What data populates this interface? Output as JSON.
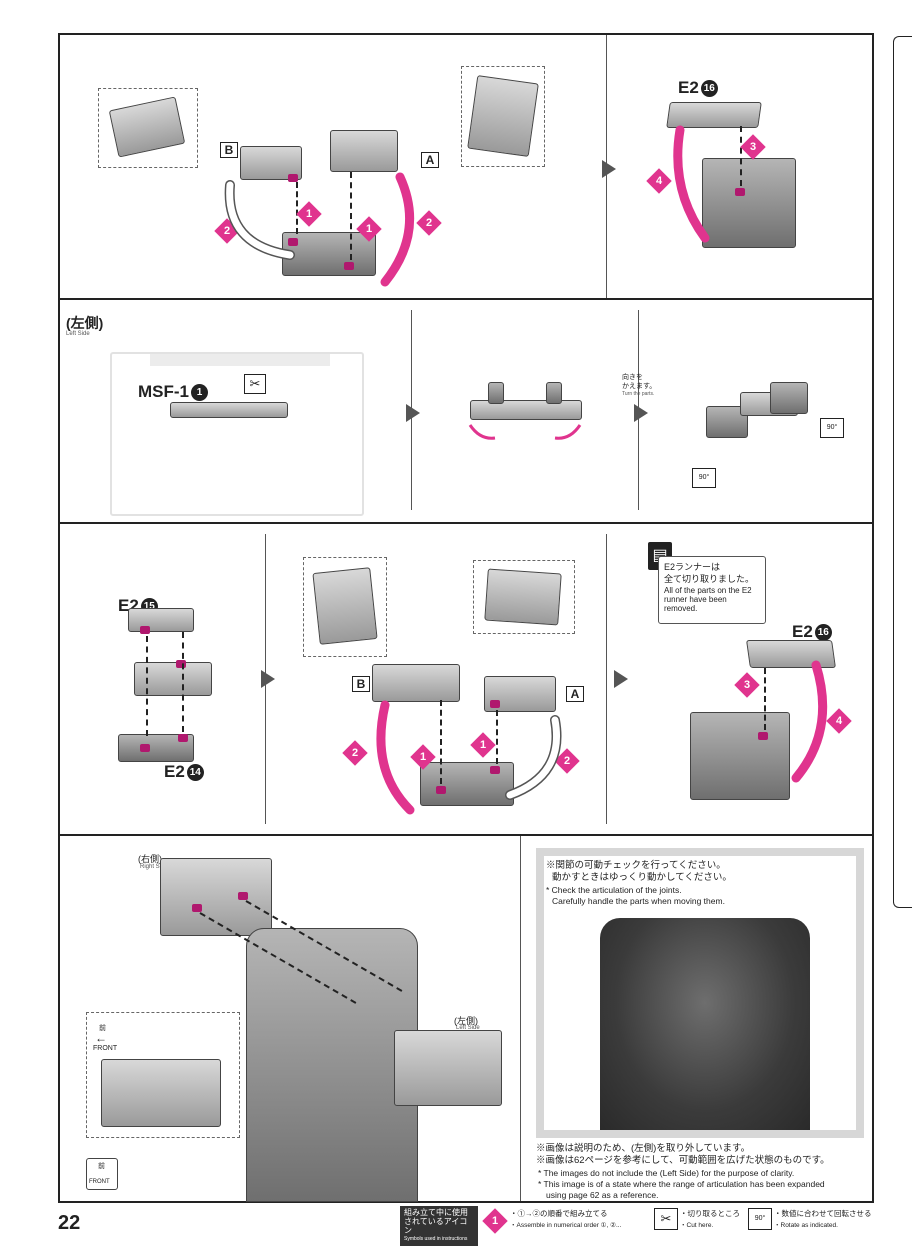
{
  "page": {
    "number": "22"
  },
  "colors": {
    "accent": "#e0348e",
    "peg": "#b0186e",
    "line": "#222222"
  },
  "row1": {
    "label_b": "B",
    "label_a": "A",
    "step1_left": "1",
    "step1_right": "1",
    "step2_left": "2",
    "step2_right": "2",
    "part_code": "E2",
    "part_num": "16",
    "step3": "3",
    "step4": "4"
  },
  "row2": {
    "title": "(左側)",
    "subtitle": "Left Side",
    "msf_code": "MSF-1",
    "msf_num": "1",
    "turn_jp_1": "向きを",
    "turn_jp_2": "かえます。",
    "turn_en": "Turn the parts.",
    "rot1": "90°",
    "rot2": "90°"
  },
  "row3": {
    "part_top_code": "E2",
    "part_top_num": "15",
    "part_bottom_code": "E2",
    "part_bottom_num": "14",
    "label_b": "B",
    "label_a": "A",
    "step1_left": "1",
    "step1_right": "1",
    "step2_left": "2",
    "step2_right": "2",
    "runner_jp_1": "E2ランナーは",
    "runner_jp_2": "全て切り取りました。",
    "runner_en": "All of the parts on the E2 runner have been removed.",
    "part_code": "E2",
    "part_num": "16",
    "step3": "3",
    "step4": "4"
  },
  "row4": {
    "right_jp": "(右側)",
    "right_en": "Right Side",
    "left_jp": "(左側)",
    "left_en": "Left Side",
    "front_jp": "前",
    "front_en": "FRONT",
    "front2_jp": "前",
    "front2_en": "FRONT",
    "note_top_jp_1": "※関節の可動チェックを行ってください。",
    "note_top_jp_2": "動かすときはゆっくり動かしてください。",
    "note_top_en_1": "* Check the articulation of the joints.",
    "note_top_en_2": "Carefully handle the parts when moving them.",
    "note_bottom_jp_1": "※画像は説明のため、(左側)を取り外しています。",
    "note_bottom_jp_2": "※画像は62ページを参考にして、可動範囲を広げた状態のものです。",
    "note_bottom_en_1": "* The images do not include the (Left Side) for the purpose of clarity.",
    "note_bottom_en_2": "* This image is of a state where the range of articulation has been expanded",
    "note_bottom_en_3": "using page 62 as a reference."
  },
  "footer": {
    "icons_jp_1": "組み立て中に使用",
    "icons_jp_2": "されているアイコン",
    "icons_en": "Symbols used in instructions",
    "assemble_jp": "・①→②の順番で組み立てる",
    "assemble_en": "・Assemble in numerical order ①, ②...",
    "cut_jp": "・切り取るところ",
    "cut_en": "・Cut here.",
    "rotate_jp": "・数値に合わせて回転させる",
    "rotate_en": "・Rotate as indicated.",
    "rotate_icon": "90°"
  }
}
